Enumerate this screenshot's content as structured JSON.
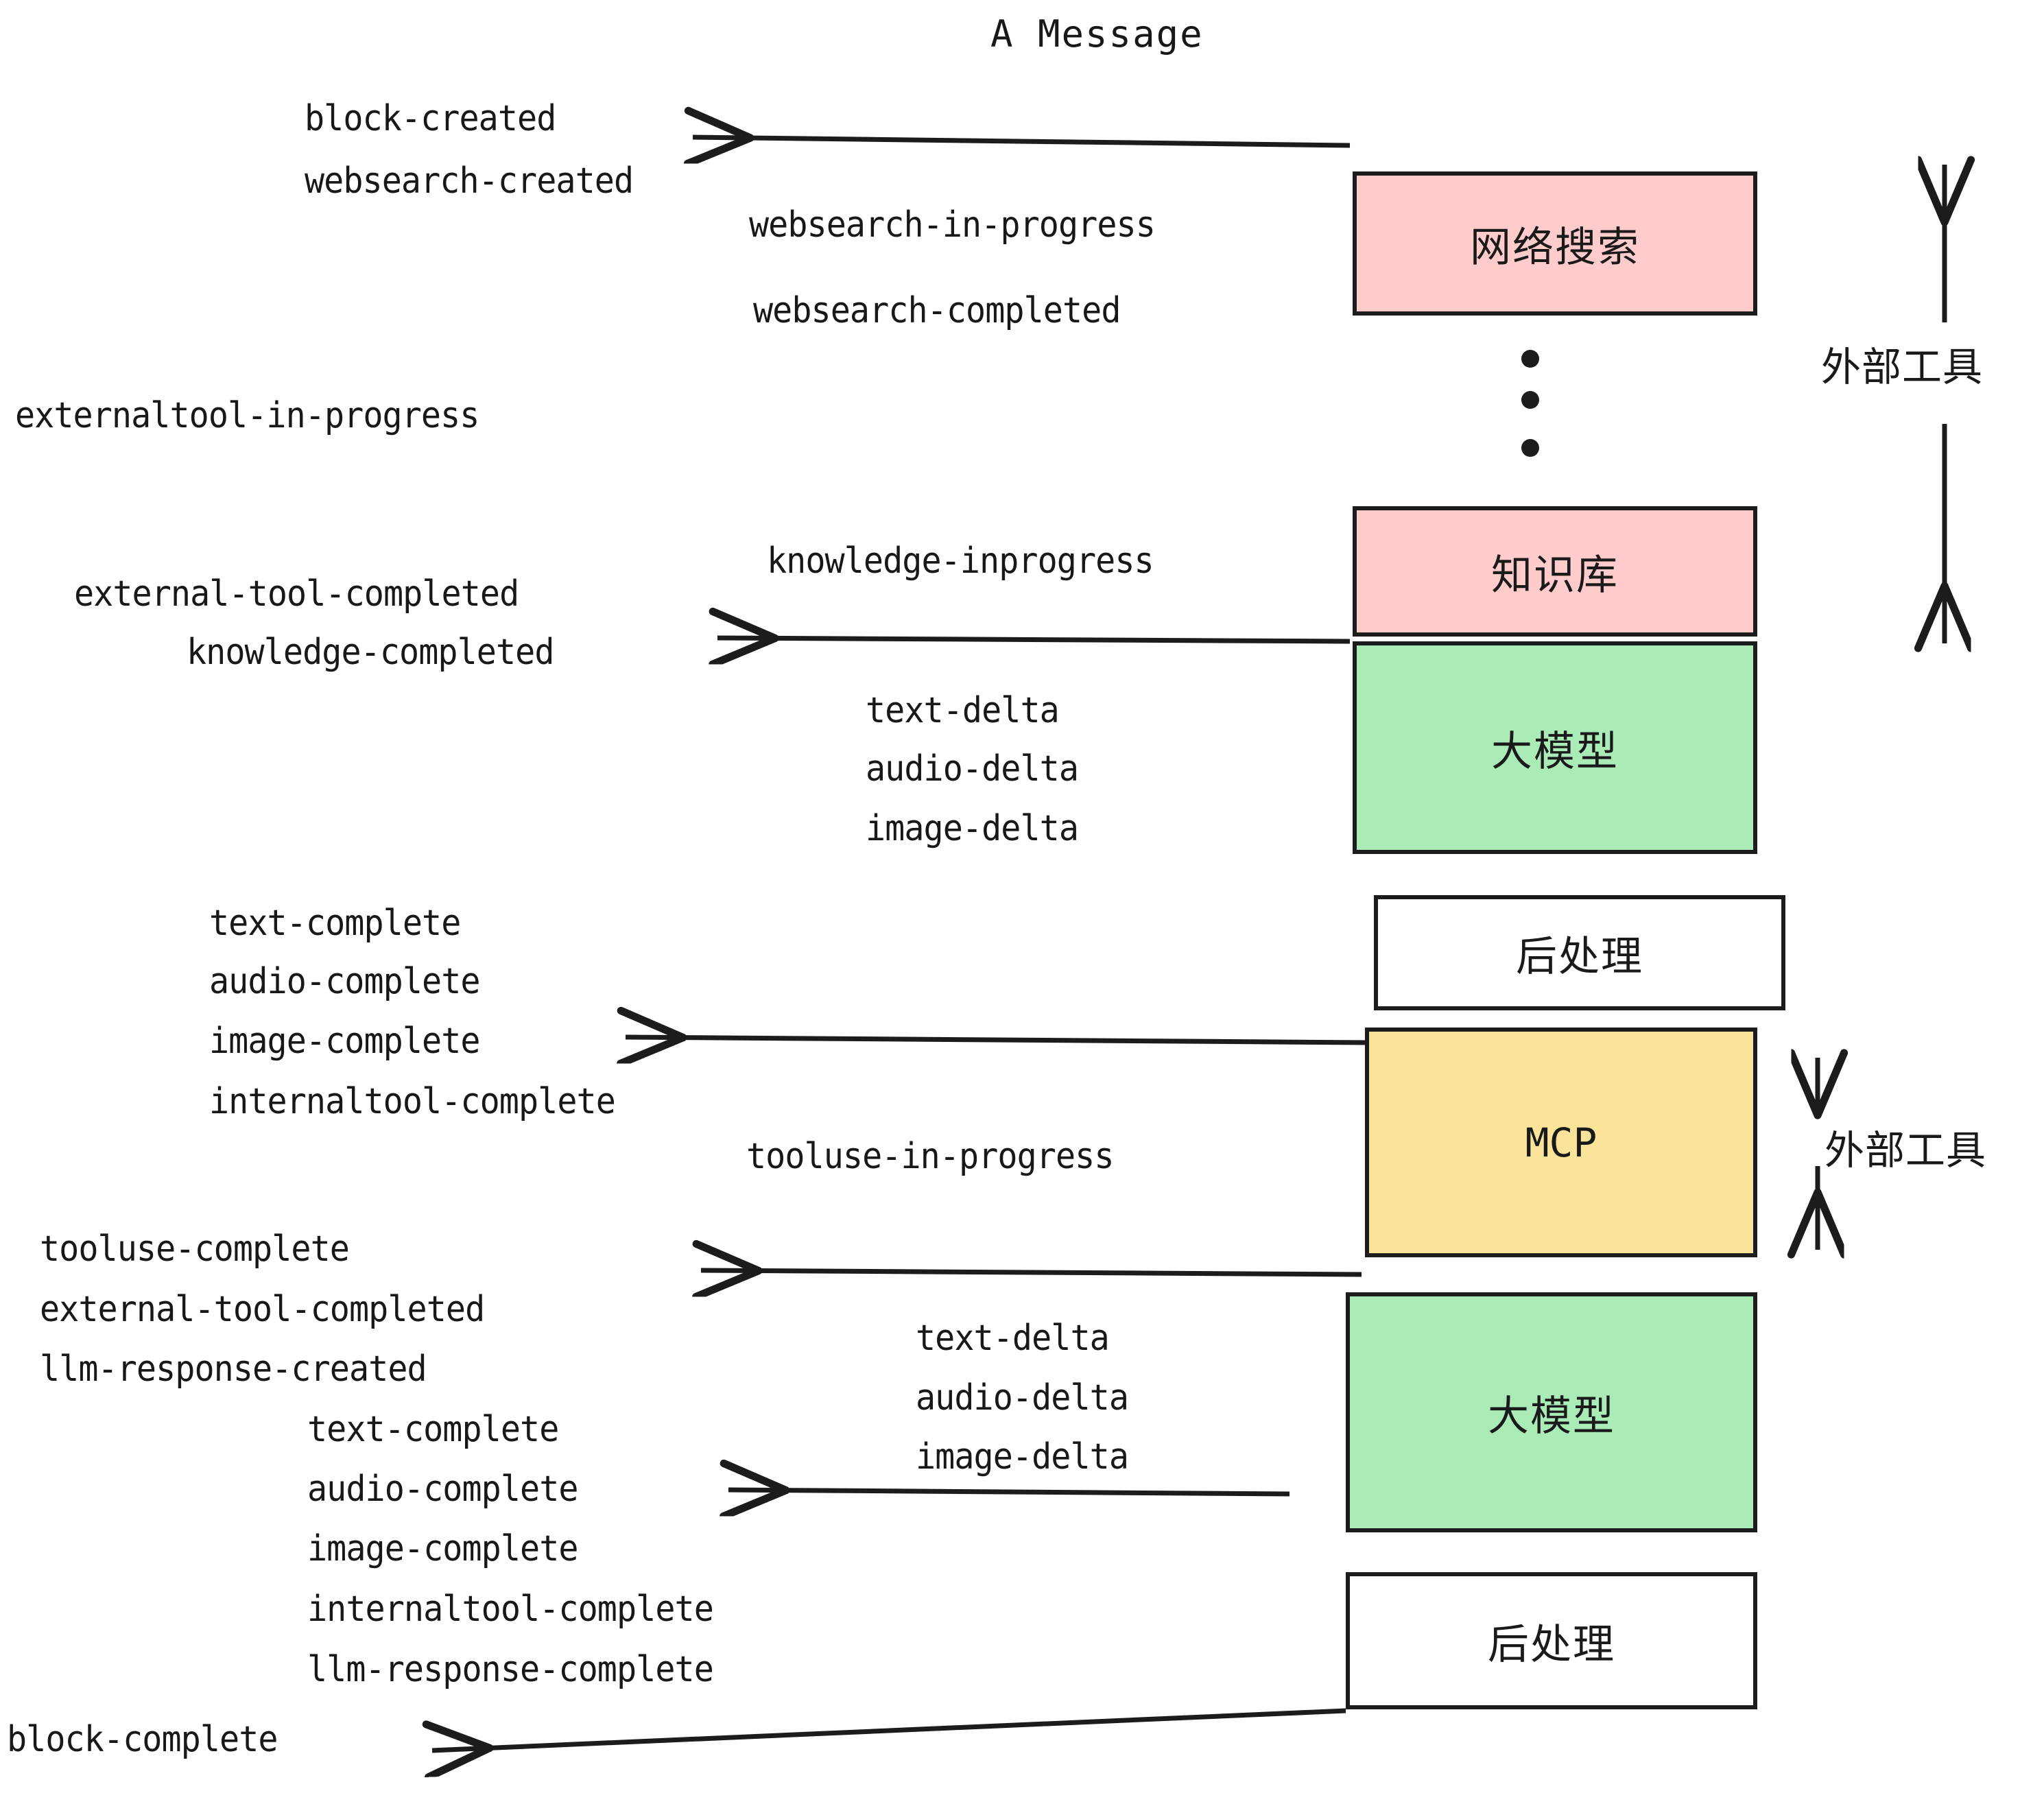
{
  "title": "A Message",
  "colors": {
    "pink": "#FFCCCB",
    "green": "#ABEBB8",
    "yellow": "#FAE499",
    "white": "#FFFFFF",
    "stroke": "#1C1C1C",
    "text": "#17181A",
    "background": "#FFFFFF"
  },
  "boxes": [
    {
      "id": "websearch",
      "label": "网络搜索",
      "fill": "#FFCCCB"
    },
    {
      "id": "knowledge",
      "label": "知识库",
      "fill": "#FFCCCB"
    },
    {
      "id": "llm-1",
      "label": "大模型",
      "fill": "#ABEBB8"
    },
    {
      "id": "postprocess-1",
      "label": "后处理",
      "fill": "#FFFFFF"
    },
    {
      "id": "mcp",
      "label": "MCP",
      "fill": "#FAE499"
    },
    {
      "id": "llm-2",
      "label": "大模型",
      "fill": "#ABEBB8"
    },
    {
      "id": "postprocess-2",
      "label": "后处理",
      "fill": "#FFFFFF"
    }
  ],
  "side_labels": [
    {
      "id": "external-tools-top",
      "label": "外部工具"
    },
    {
      "id": "external-tools-bottom",
      "label": "外部工具"
    }
  ],
  "events": {
    "block_created": "block-created",
    "websearch_created": "websearch-created",
    "websearch_in_progress": "websearch-in-progress",
    "websearch_completed": "websearch-completed",
    "externaltool_in_progress": "externaltool-in-progress",
    "knowledge_inprogress": "knowledge-inprogress",
    "external_tool_completed_1": "external-tool-completed",
    "knowledge_completed": "knowledge-completed",
    "text_delta_1": "text-delta",
    "audio_delta_1": "audio-delta",
    "image_delta_1": "image-delta",
    "text_complete_1": "text-complete",
    "audio_complete_1": "audio-complete",
    "image_complete_1": "image-complete",
    "internaltool_complete_1": "internaltool-complete",
    "tooluse_in_progress": "tooluse-in-progress",
    "tooluse_complete": "tooluse-complete",
    "external_tool_completed_2": "external-tool-completed",
    "llm_response_created": "llm-response-created",
    "text_delta_2": "text-delta",
    "audio_delta_2": "audio-delta",
    "image_delta_2": "image-delta",
    "text_complete_2": "text-complete",
    "audio_complete_2": "audio-complete",
    "image_complete_2": "image-complete",
    "internaltool_complete_2": "internaltool-complete",
    "llm_response_complete": "llm-response-complete",
    "block_complete": "block-complete"
  },
  "ellipsis": {
    "id": "vertical-ellipsis",
    "count": 3
  }
}
